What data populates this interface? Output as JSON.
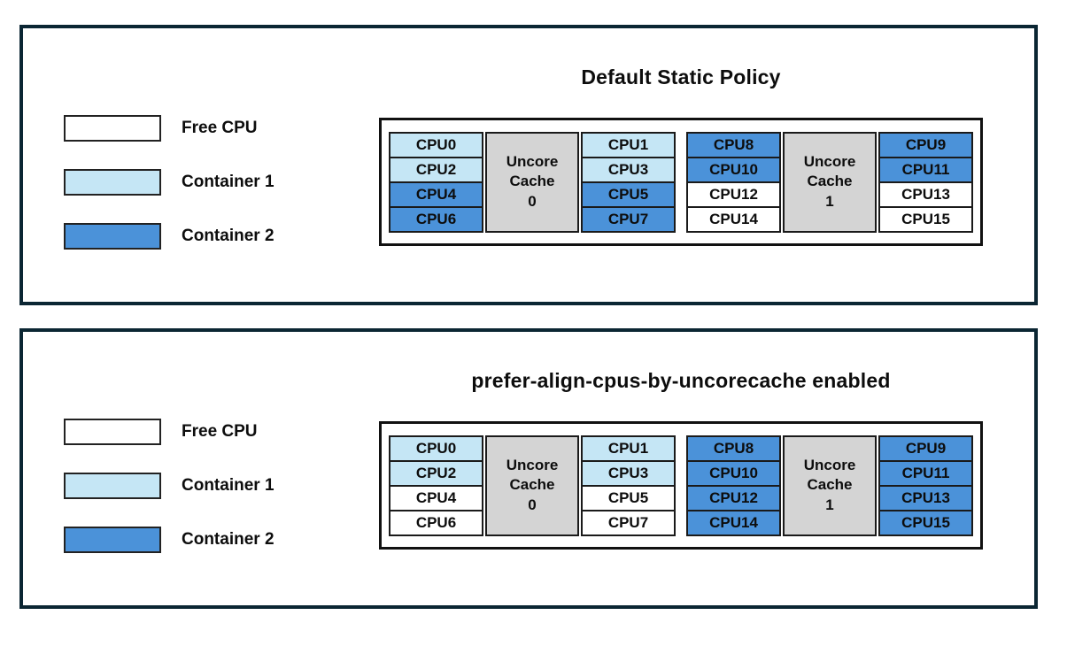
{
  "colors": {
    "free_cpu": "#ffffff",
    "container1": "#c5e6f5",
    "container2": "#4b92d9",
    "uncore_cache": "#d4d4d4",
    "panel_border": "#0b2633",
    "cell_border": "#1a1a1a"
  },
  "legend": {
    "items": [
      {
        "label": "Free CPU",
        "state": "free_cpu"
      },
      {
        "label": "Container 1",
        "state": "container1"
      },
      {
        "label": "Container 2",
        "state": "container2"
      }
    ]
  },
  "panels": [
    {
      "title": "Default Static Policy",
      "blocks": [
        {
          "cache_name": "Uncore Cache",
          "cache_id": "0",
          "cache_state": "uncore_cache",
          "left_cpus": [
            {
              "label": "CPU0",
              "state": "container1"
            },
            {
              "label": "CPU2",
              "state": "container1"
            },
            {
              "label": "CPU4",
              "state": "container2"
            },
            {
              "label": "CPU6",
              "state": "container2"
            }
          ],
          "right_cpus": [
            {
              "label": "CPU1",
              "state": "container1"
            },
            {
              "label": "CPU3",
              "state": "container1"
            },
            {
              "label": "CPU5",
              "state": "container2"
            },
            {
              "label": "CPU7",
              "state": "container2"
            }
          ]
        },
        {
          "cache_name": "Uncore Cache",
          "cache_id": "1",
          "cache_state": "uncore_cache",
          "left_cpus": [
            {
              "label": "CPU8",
              "state": "container2"
            },
            {
              "label": "CPU10",
              "state": "container2"
            },
            {
              "label": "CPU12",
              "state": "free_cpu"
            },
            {
              "label": "CPU14",
              "state": "free_cpu"
            }
          ],
          "right_cpus": [
            {
              "label": "CPU9",
              "state": "container2"
            },
            {
              "label": "CPU11",
              "state": "container2"
            },
            {
              "label": "CPU13",
              "state": "free_cpu"
            },
            {
              "label": "CPU15",
              "state": "free_cpu"
            }
          ]
        }
      ]
    },
    {
      "title": "prefer-align-cpus-by-uncorecache enabled",
      "blocks": [
        {
          "cache_name": "Uncore Cache",
          "cache_id": "0",
          "cache_state": "uncore_cache",
          "left_cpus": [
            {
              "label": "CPU0",
              "state": "container1"
            },
            {
              "label": "CPU2",
              "state": "container1"
            },
            {
              "label": "CPU4",
              "state": "free_cpu"
            },
            {
              "label": "CPU6",
              "state": "free_cpu"
            }
          ],
          "right_cpus": [
            {
              "label": "CPU1",
              "state": "container1"
            },
            {
              "label": "CPU3",
              "state": "container1"
            },
            {
              "label": "CPU5",
              "state": "free_cpu"
            },
            {
              "label": "CPU7",
              "state": "free_cpu"
            }
          ]
        },
        {
          "cache_name": "Uncore Cache",
          "cache_id": "1",
          "cache_state": "uncore_cache",
          "left_cpus": [
            {
              "label": "CPU8",
              "state": "container2"
            },
            {
              "label": "CPU10",
              "state": "container2"
            },
            {
              "label": "CPU12",
              "state": "container2"
            },
            {
              "label": "CPU14",
              "state": "container2"
            }
          ],
          "right_cpus": [
            {
              "label": "CPU9",
              "state": "container2"
            },
            {
              "label": "CPU11",
              "state": "container2"
            },
            {
              "label": "CPU13",
              "state": "container2"
            },
            {
              "label": "CPU15",
              "state": "container2"
            }
          ]
        }
      ]
    }
  ]
}
